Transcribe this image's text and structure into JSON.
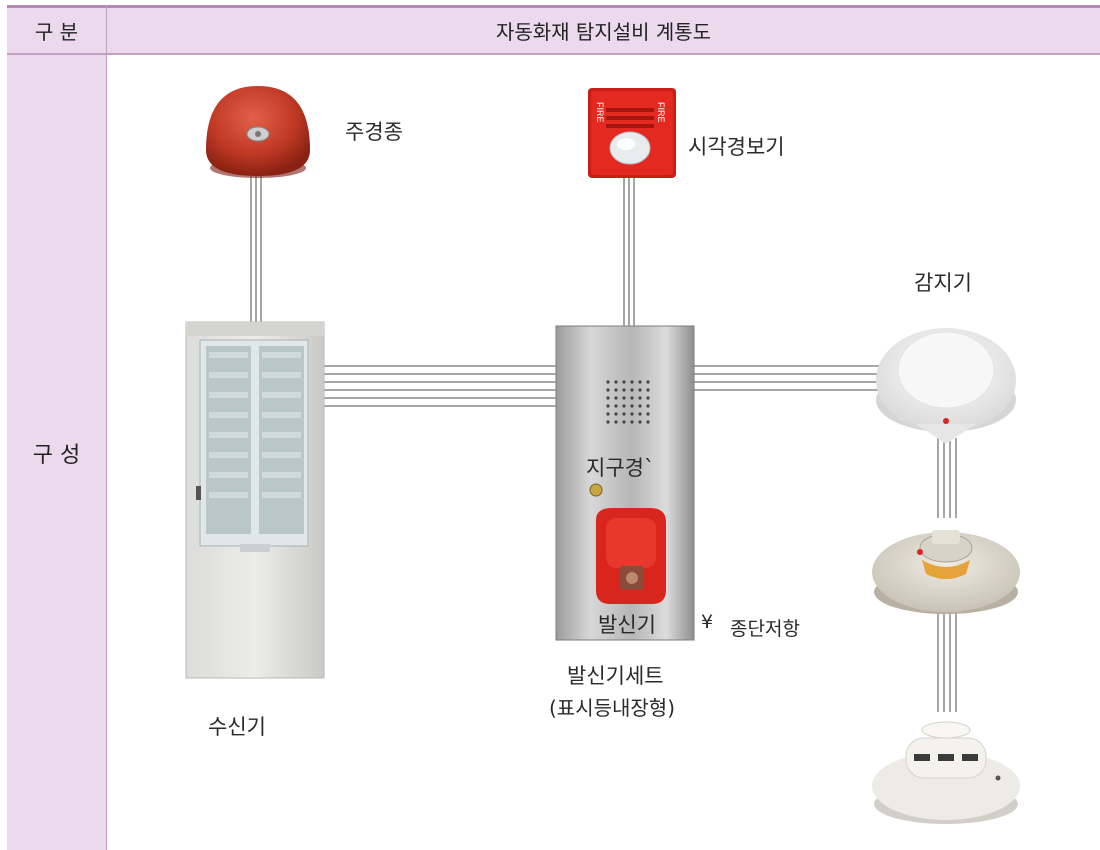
{
  "header": {
    "left": "구 분",
    "right": "자동화재 탐지설비 계통도"
  },
  "row": {
    "label": "구 성"
  },
  "labels": {
    "bell": "주경종",
    "strobe": "시각경보기",
    "detector": "감지기",
    "earth": "지구경`",
    "transmitter": "발신기",
    "resistor_mark": "¥",
    "resistor": "종단저항",
    "receiver": "수신기",
    "set_line1": "발신기세트",
    "set_line2": "(표시등내장형)"
  },
  "device_text": {
    "fire_left": "FIRE",
    "fire_right": "FIRE"
  },
  "colors": {
    "header_bg": "#ebd9ec",
    "border": "#c49fc4",
    "wire": "#9c9c9c",
    "red": "#d8261e"
  }
}
